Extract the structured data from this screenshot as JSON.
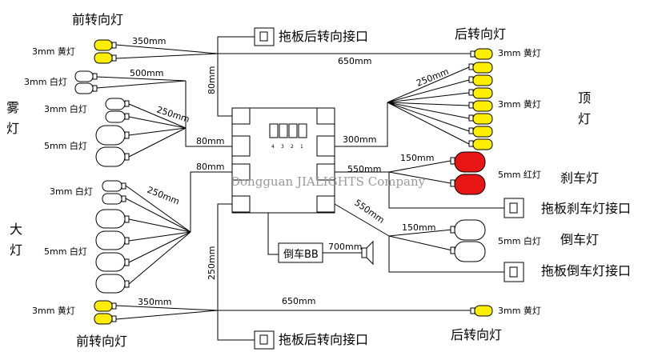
{
  "colors": {
    "yellow": "#ffee00",
    "red": "#e81515",
    "white": "#ffffff",
    "line": "#000000",
    "watermark": "#9a9a9a"
  },
  "labels": {
    "front_turn_top": "前转向灯",
    "front_turn_bottom": "前转向灯",
    "fog": "雾灯",
    "head": "大灯",
    "rear_turn_top": "后转向灯",
    "rear_turn_bottom": "后转向灯",
    "top_light": "顶灯",
    "brake": "刹车灯",
    "reverse": "倒车灯",
    "trailer_turn_top": "拖板后转向接口",
    "trailer_turn_bottom": "拖板后转向接口",
    "trailer_brake": "拖板刹车灯接口",
    "trailer_reverse": "拖板倒车灯接口",
    "reverse_buzzer": "倒车BB",
    "watermark": "Dongguan JIALIGHTS Company"
  },
  "specs": {
    "y3_top_left": "3mm  黄灯",
    "w3_fog": "3mm  白灯",
    "w3_fog2": "3mm  白灯",
    "w5_fog": "5mm  白灯",
    "w3_head": "3mm  白灯",
    "w5_head": "5mm  白灯",
    "y3_bottom_left": "3mm  黄灯",
    "y3_top_right": "3mm  黄灯",
    "y3_roof": "3mm  黄灯",
    "r5_brake": "5mm  红灯",
    "w5_reverse": "5mm  白灯",
    "y3_bottom_right": "3mm  黄灯"
  },
  "lengths": {
    "front_top": "350mm",
    "front_bottom": "350mm",
    "rear_top": "650mm",
    "rear_bottom": "650mm",
    "fog": "500mm",
    "fog_fan": "250mm",
    "head_fan": "250mm",
    "trailer_top": "80mm",
    "box_fog": "80mm",
    "box_head": "80mm",
    "bottom_vertical": "250mm",
    "roof_run": "300mm",
    "roof_fan": "250mm",
    "brake_run": "550mm",
    "brake_fan": "150mm",
    "reverse_run": "550mm",
    "reverse_fan": "150mm",
    "buzzer": "700mm"
  },
  "dip_switch_numbers": [
    "4",
    "3",
    "2",
    "1"
  ]
}
